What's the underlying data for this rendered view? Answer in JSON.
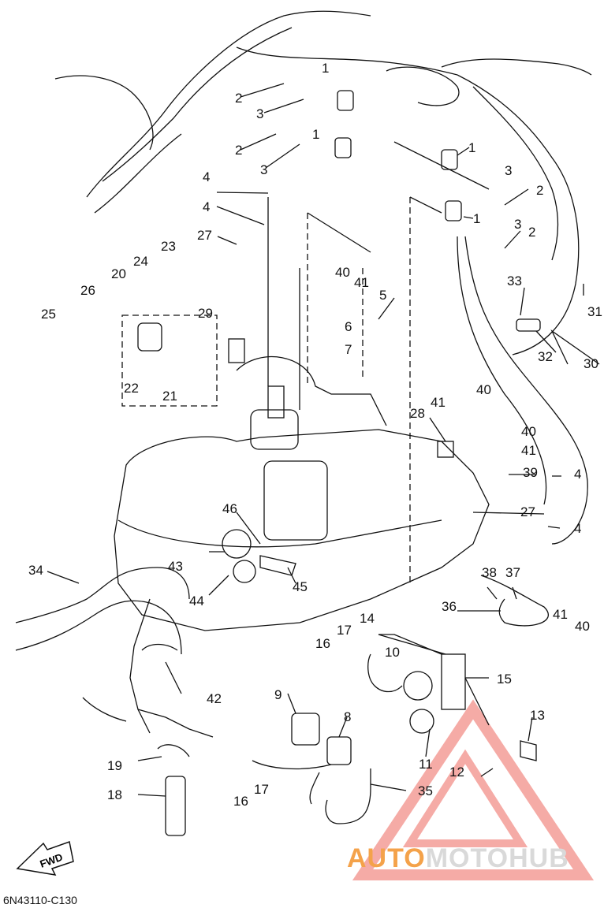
{
  "diagram": {
    "code": "6N43110-C130",
    "fwd": "FWD",
    "watermark": {
      "part1": "AUTO",
      "part2": "MOTO",
      "part3": "HUB",
      "colors": {
        "auto": "#f4a24a",
        "logo": "#e9473c"
      }
    },
    "callouts": [
      "1",
      "2",
      "3",
      "4",
      "5",
      "6",
      "7",
      "8",
      "9",
      "10",
      "11",
      "12",
      "13",
      "14",
      "15",
      "16",
      "17",
      "18",
      "19",
      "20",
      "21",
      "22",
      "23",
      "24",
      "25",
      "26",
      "27",
      "28",
      "29",
      "30",
      "31",
      "32",
      "33",
      "34",
      "35",
      "36",
      "37",
      "38",
      "39",
      "40",
      "41",
      "42",
      "43",
      "44",
      "45",
      "46"
    ]
  }
}
